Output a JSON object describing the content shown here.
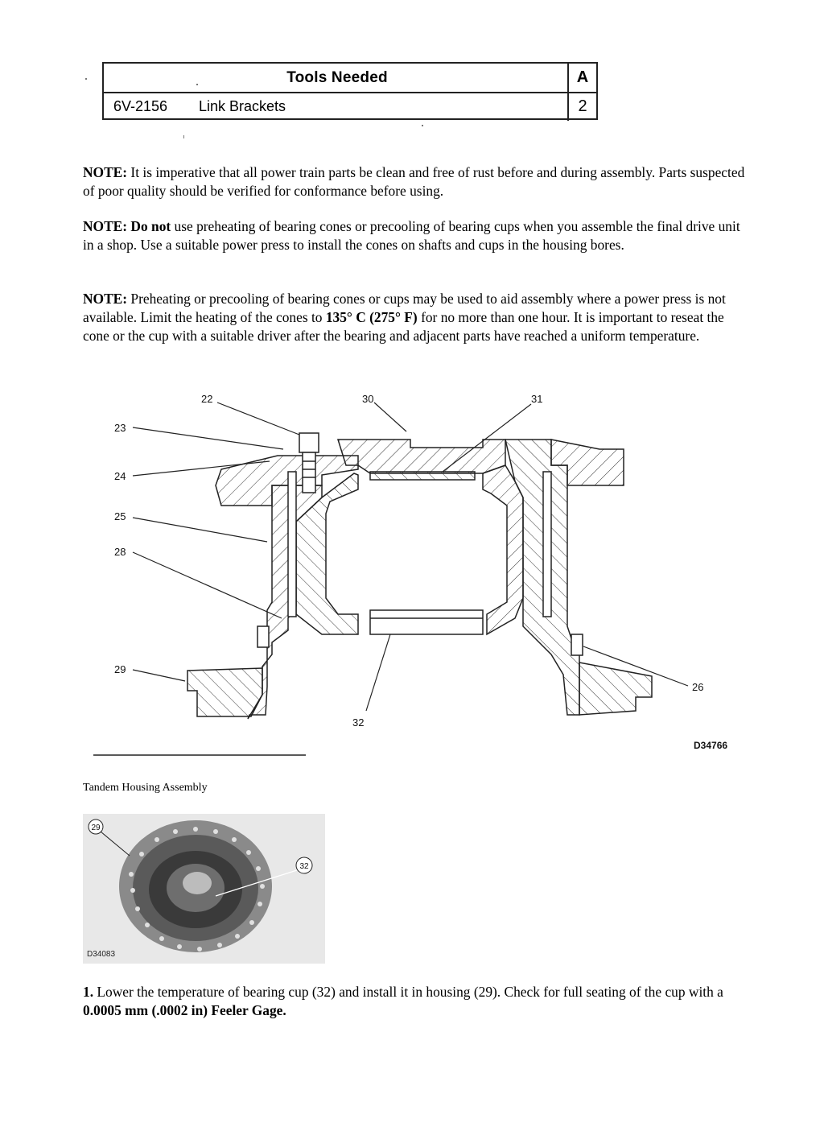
{
  "tools_table": {
    "header": "Tools Needed",
    "column_label": "A",
    "rows": [
      {
        "part_number": "6V-2156",
        "name": "Link Brackets",
        "quantity": "2"
      }
    ]
  },
  "notes": [
    {
      "label": "NOTE:",
      "text": " It is imperative that all power train parts be clean and free of rust before and during assembly. Parts suspected of poor quality should be verified for conformance before using."
    },
    {
      "label": "NOTE: Do not",
      "text": " use preheating of bearing cones or precooling of bearing cups when you assemble the final drive unit in a shop. Use a suitable power press to install the cones on shafts and cups in the housing bores."
    },
    {
      "label": "NOTE:",
      "text_before": " Preheating or precooling of bearing cones or cups may be used to aid assembly where a power press is not available. Limit the heating of the cones to ",
      "emphasis": "135° C (275° F)",
      "text_after": " for no more than one hour. It is important to reseat the cone or the cup with a suitable driver after the bearing and adjacent parts have reached a uniform temperature."
    }
  ],
  "figure": {
    "callouts": [
      "22",
      "30",
      "31",
      "23",
      "24",
      "25",
      "28",
      "29",
      "26",
      "32"
    ],
    "figure_id": "D34766",
    "caption": "Tandem Housing Assembly"
  },
  "photo": {
    "callouts": [
      "29",
      "32"
    ],
    "figure_id": "D34083"
  },
  "steps": [
    {
      "number": "1.",
      "text": " Lower the temperature of bearing cup (32) and install it in housing (29). Check for full seating of the cup with a ",
      "emphasis": "0.0005 mm (.0002 in) Feeler Gage."
    }
  ]
}
